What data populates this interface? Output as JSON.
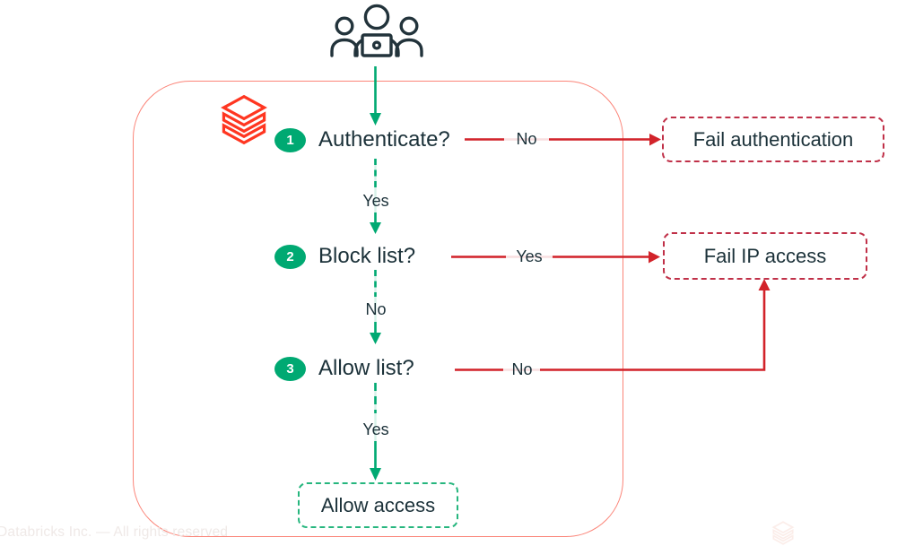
{
  "diagram": {
    "steps": [
      {
        "num": "1",
        "label": "Authenticate?"
      },
      {
        "num": "2",
        "label": "Block list?"
      },
      {
        "num": "3",
        "label": "Allow list?"
      }
    ],
    "edge_labels": {
      "auth_no": "No",
      "auth_yes": "Yes",
      "block_yes": "Yes",
      "block_no": "No",
      "allow_no": "No",
      "allow_yes": "Yes"
    },
    "outcomes": {
      "fail_auth": "Fail authentication",
      "fail_ip": "Fail IP access",
      "allow": "Allow access"
    },
    "footer_text": "Databricks Inc. — All rights reserved",
    "icons": {
      "actor": "users-laptop-icon",
      "brand": "databricks-logo-icon",
      "watermark": "databricks-watermark-icon"
    },
    "colors": {
      "navy_text": "#1B3139",
      "green": "#00A972",
      "allow_border_green": "#26B67E",
      "red_arrow": "#D2232A",
      "fail_border_crimson": "#C03048",
      "boundary_coral": "#FB8478",
      "logo_red": "#FF3621"
    }
  }
}
